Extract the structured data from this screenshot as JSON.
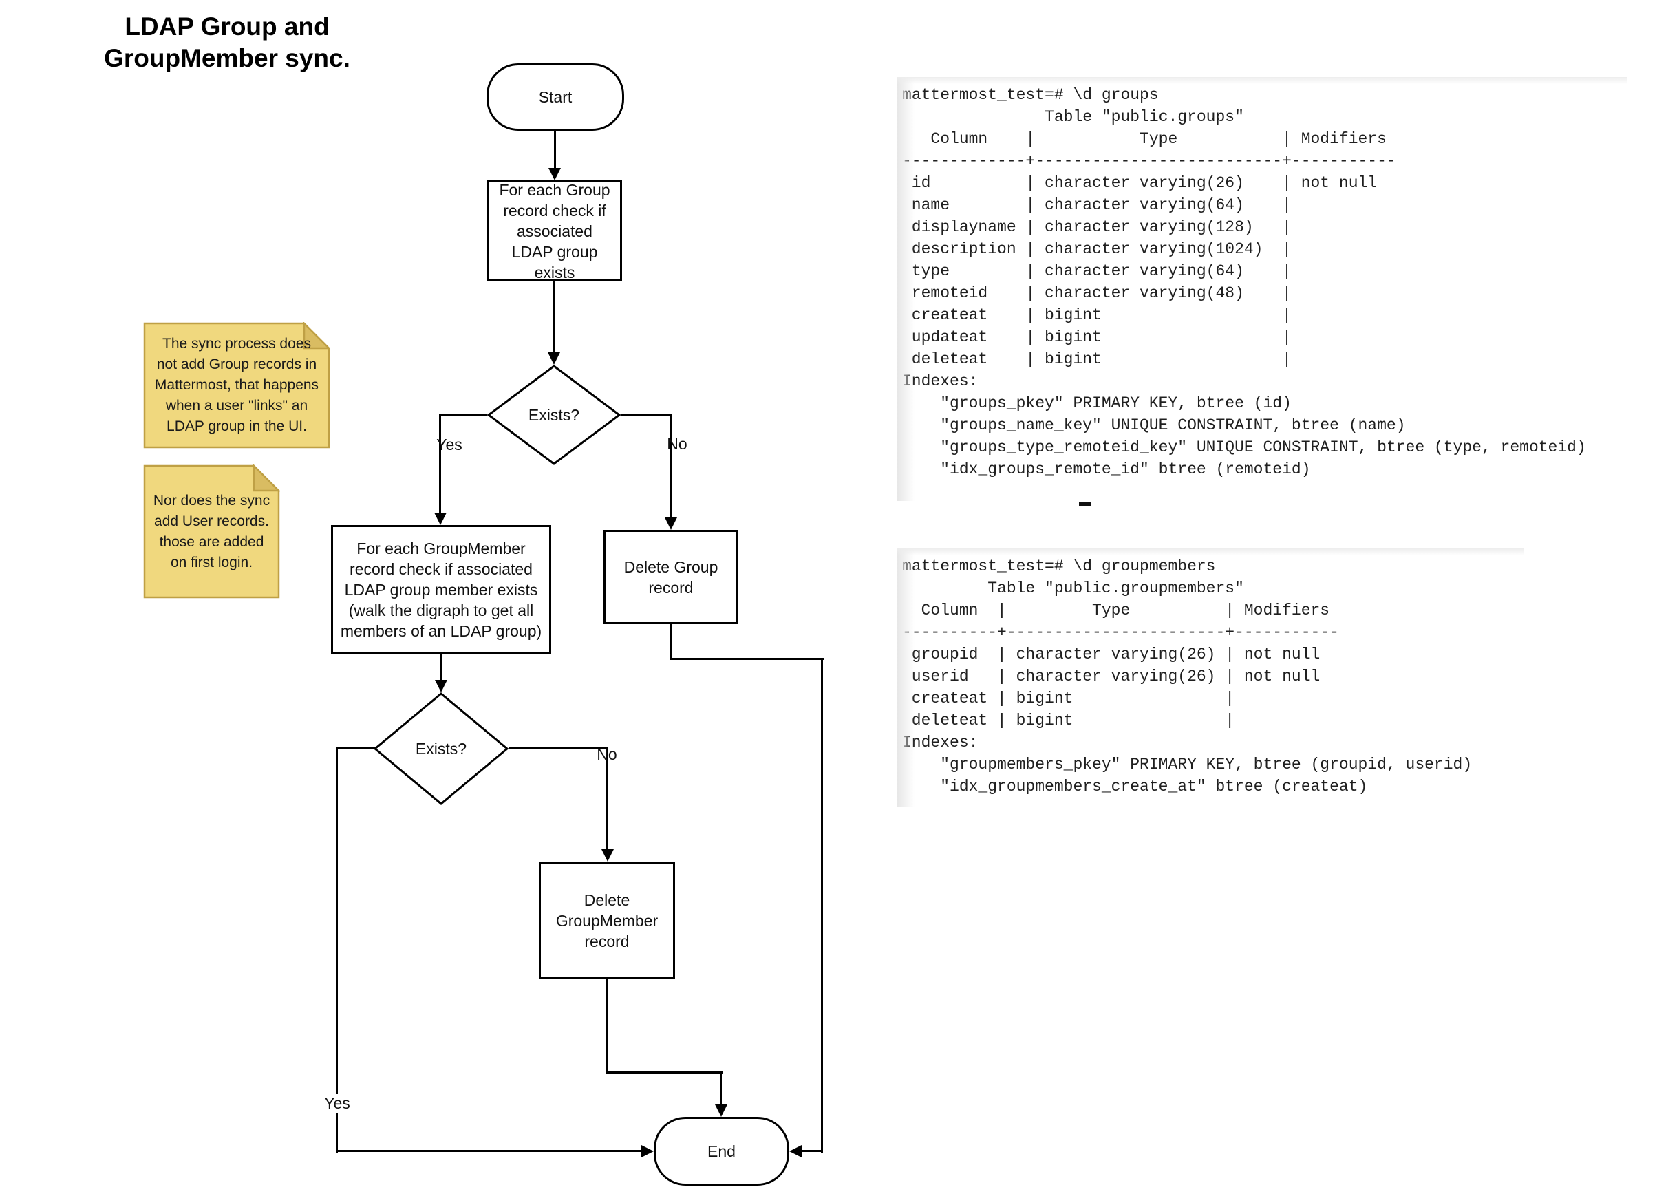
{
  "title": {
    "lines": [
      "LDAP Group and",
      "GroupMember sync."
    ]
  },
  "flowchart": {
    "start": "Start",
    "process_group_check": "For each Group record check if associated LDAP group exists",
    "decision_group_exists": "Exists?",
    "label_yes_1": "Yes",
    "label_no_1": "No",
    "process_groupmember_check": "For each GroupMember record check if associated LDAP group member exists (walk the digraph to get all members of an LDAP group)",
    "process_delete_group": "Delete Group record",
    "decision_groupmember_exists": "Exists?",
    "label_yes_2": "Yes",
    "label_no_2": "No",
    "process_delete_groupmember": "Delete GroupMember record",
    "end": "End"
  },
  "notes": [
    {
      "text": "The sync process does not add Group records in Mattermost, that happens when a user \"links\" an LDAP group in the UI."
    },
    {
      "text": "Nor does the sync add User records. those are added on first login."
    }
  ],
  "terminals": [
    {
      "lines": [
        "mattermost_test=# \\d groups",
        "               Table \"public.groups\"",
        "   Column    |           Type           | Modifiers",
        "-------------+--------------------------+-----------",
        " id          | character varying(26)    | not null",
        " name        | character varying(64)    |",
        " displayname | character varying(128)   |",
        " description | character varying(1024)  |",
        " type        | character varying(64)    |",
        " remoteid    | character varying(48)    |",
        " createat    | bigint                   |",
        " updateat    | bigint                   |",
        " deleteat    | bigint                   |",
        "Indexes:",
        "    \"groups_pkey\" PRIMARY KEY, btree (id)",
        "    \"groups_name_key\" UNIQUE CONSTRAINT, btree (name)",
        "    \"groups_type_remoteid_key\" UNIQUE CONSTRAINT, btree (type, remoteid)",
        "    \"idx_groups_remote_id\" btree (remoteid)"
      ]
    },
    {
      "lines": [
        "mattermost_test=# \\d groupmembers",
        "         Table \"public.groupmembers\"",
        "  Column  |         Type          | Modifiers",
        "----------+-----------------------+-----------",
        " groupid  | character varying(26) | not null",
        " userid   | character varying(26) | not null",
        " createat | bigint                |",
        " deleteat | bigint                |",
        "Indexes:",
        "    \"groupmembers_pkey\" PRIMARY KEY, btree (groupid, userid)",
        "    \"idx_groupmembers_create_at\" btree (createat)"
      ]
    }
  ],
  "colors": {
    "note_fill": "#F0D87E",
    "note_fold": "#D9BC62",
    "note_border": "#BFA045",
    "stroke": "#000000",
    "shape_fill": "#ffffff"
  }
}
